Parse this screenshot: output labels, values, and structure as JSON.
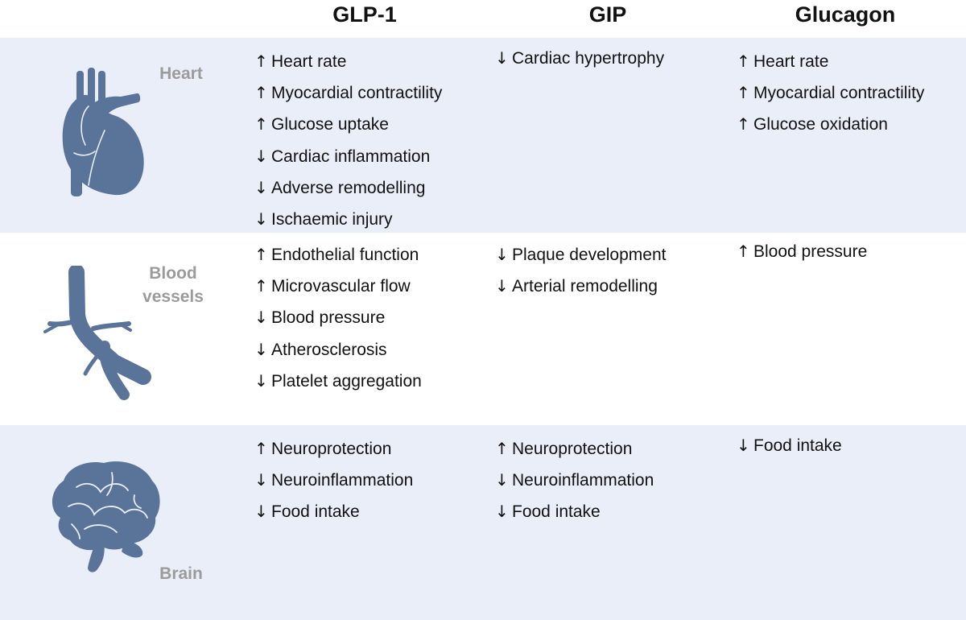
{
  "columns": [
    "GLP-1",
    "GIP",
    "Glucagon"
  ],
  "rows": [
    {
      "organ": "Heart",
      "organ_icon": "heart-icon",
      "shaded": true,
      "glp1": [
        {
          "dir": "↑",
          "text": "Heart rate"
        },
        {
          "dir": "↑",
          "text": "Myocardial contractility"
        },
        {
          "dir": "↑",
          "text": "Glucose uptake"
        },
        {
          "dir": "↓",
          "text": "Cardiac inflammation"
        },
        {
          "dir": "↓",
          "text": "Adverse remodelling"
        },
        {
          "dir": "↓",
          "text": "Ischaemic injury"
        }
      ],
      "gip": [
        {
          "dir": "↓",
          "text": "Cardiac hypertrophy"
        }
      ],
      "glucagon": [
        {
          "dir": "↑",
          "text": "Heart rate"
        },
        {
          "dir": "↑",
          "text": "Myocardial contractility"
        },
        {
          "dir": "↑",
          "text": "Glucose oxidation"
        }
      ]
    },
    {
      "organ": "Blood vessels",
      "organ_lines": [
        "Blood",
        "vessels"
      ],
      "organ_icon": "blood-vessels-icon",
      "shaded": false,
      "glp1": [
        {
          "dir": "↑",
          "text": "Endothelial function"
        },
        {
          "dir": "↑",
          "text": "Microvascular flow"
        },
        {
          "dir": "↓",
          "text": "Blood pressure"
        },
        {
          "dir": "↓",
          "text": "Atherosclerosis"
        },
        {
          "dir": "↓",
          "text": "Platelet aggregation"
        }
      ],
      "gip": [
        {
          "dir": "↓",
          "text": "Plaque development"
        },
        {
          "dir": "↓",
          "text": "Arterial remodelling"
        }
      ],
      "glucagon": [
        {
          "dir": "↑",
          "text": "Blood pressure"
        }
      ]
    },
    {
      "organ": "Brain",
      "organ_icon": "brain-icon",
      "shaded": true,
      "glp1": [
        {
          "dir": "↑",
          "text": "Neuroprotection"
        },
        {
          "dir": "↓",
          "text": "Neuroinflammation"
        },
        {
          "dir": "↓",
          "text": "Food intake"
        }
      ],
      "gip": [
        {
          "dir": "↑",
          "text": "Neuroprotection"
        },
        {
          "dir": "↓",
          "text": "Neuroinflammation"
        },
        {
          "dir": "↓",
          "text": "Food intake"
        }
      ],
      "glucagon": [
        {
          "dir": "↓",
          "text": "Food intake"
        }
      ]
    }
  ],
  "colors": {
    "band": "#e9eef8",
    "icon": "#5a7399",
    "organ_label": "#9b9b9b",
    "text": "#111111"
  }
}
